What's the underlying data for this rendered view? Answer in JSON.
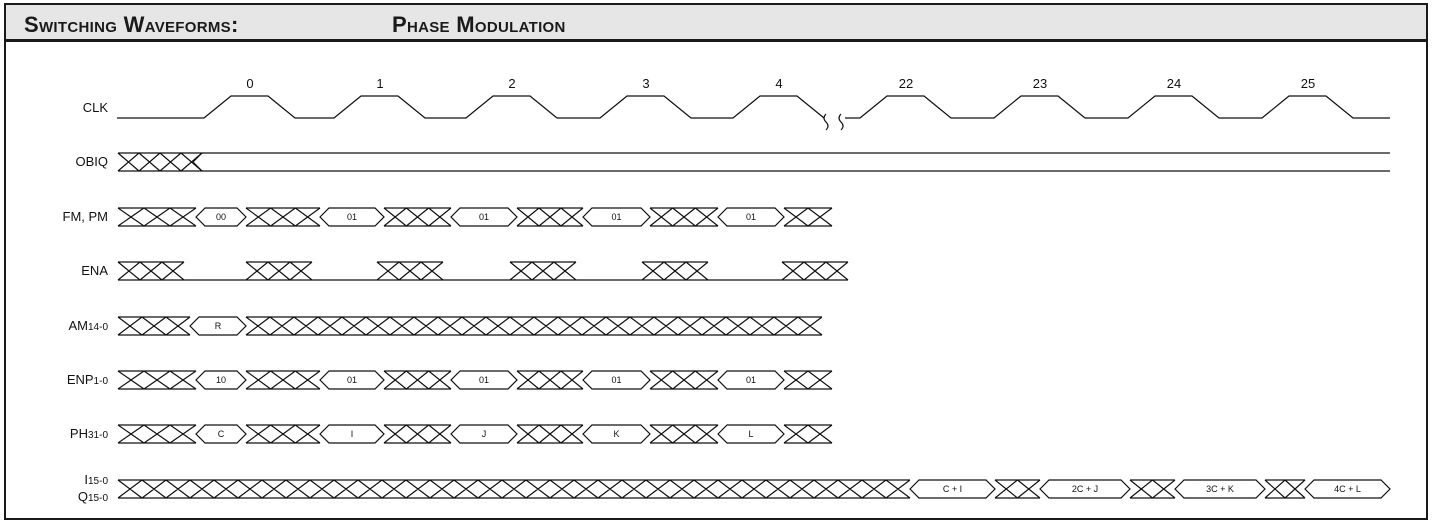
{
  "header": {
    "title": "Switching Waveforms:",
    "subtitle": "Phase Modulation"
  },
  "clock": {
    "cycle_labels": [
      "0",
      "1",
      "2",
      "3",
      "4",
      "22",
      "23",
      "24",
      "25"
    ]
  },
  "signals": [
    {
      "id": "clk",
      "label": "CLK",
      "sub": ""
    },
    {
      "id": "obiq",
      "label": "OBIQ",
      "sub": ""
    },
    {
      "id": "fmpm",
      "label": "FM, PM",
      "sub": ""
    },
    {
      "id": "ena",
      "label": "ENA",
      "sub": ""
    },
    {
      "id": "am",
      "label": "AM",
      "sub": "14-0"
    },
    {
      "id": "enp",
      "label": "ENP",
      "sub": "1-0"
    },
    {
      "id": "ph",
      "label": "PH",
      "sub": "31-0"
    },
    {
      "id": "iq",
      "label": "I",
      "sub": "15-0",
      "label2": "Q",
      "sub2": "15-0"
    }
  ],
  "fm_pm_values": [
    "00",
    "01",
    "01",
    "01",
    "01"
  ],
  "am_values": [
    "R"
  ],
  "enp_values": [
    "10",
    "01",
    "01",
    "01",
    "01"
  ],
  "ph_values": [
    "C",
    "I",
    "J",
    "K",
    "L"
  ],
  "iq_values": [
    "C + I",
    "2C + J",
    "3C + K",
    "4C + L"
  ],
  "colors": {
    "line": "#111111",
    "header_bg": "#e6e6e6",
    "border": "#1a1a1a"
  }
}
